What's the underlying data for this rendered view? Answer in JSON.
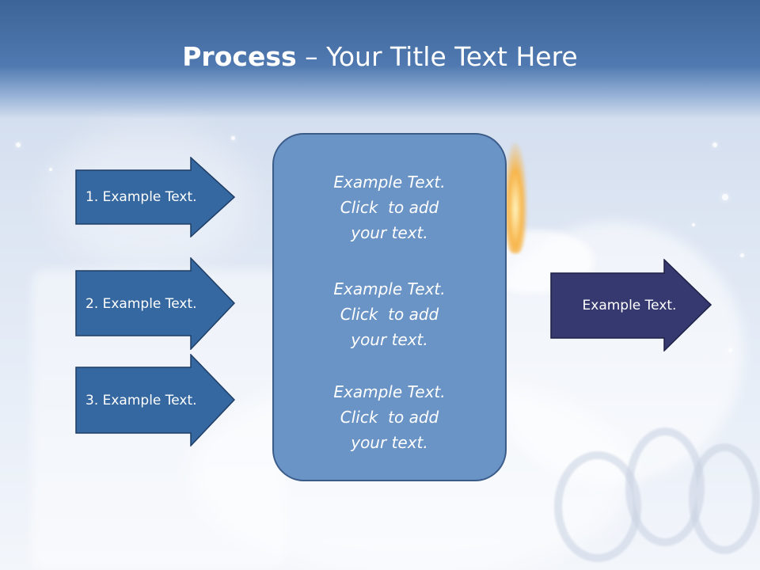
{
  "title": {
    "bold": "Process",
    "rest": " – Your Title Text Here"
  },
  "inputs": [
    {
      "label": "1. Example Text."
    },
    {
      "label": "2. Example Text."
    },
    {
      "label": "3. Example Text."
    }
  ],
  "center": {
    "paragraphs": [
      {
        "line1": "Example Text.",
        "line2": "Click  to add",
        "line3": "your text."
      },
      {
        "line1": "Example Text.",
        "line2": "Click  to add",
        "line3": "your text."
      },
      {
        "line1": "Example Text.",
        "line2": "Click  to add",
        "line3": "your text."
      }
    ]
  },
  "output": {
    "label": "Example Text."
  },
  "colors": {
    "header": "#4a72a8",
    "input_arrow_fill": "#3567a0",
    "input_arrow_stroke": "#1f3e66",
    "center_fill": "#6a93c6",
    "output_arrow_fill": "#36396f"
  }
}
